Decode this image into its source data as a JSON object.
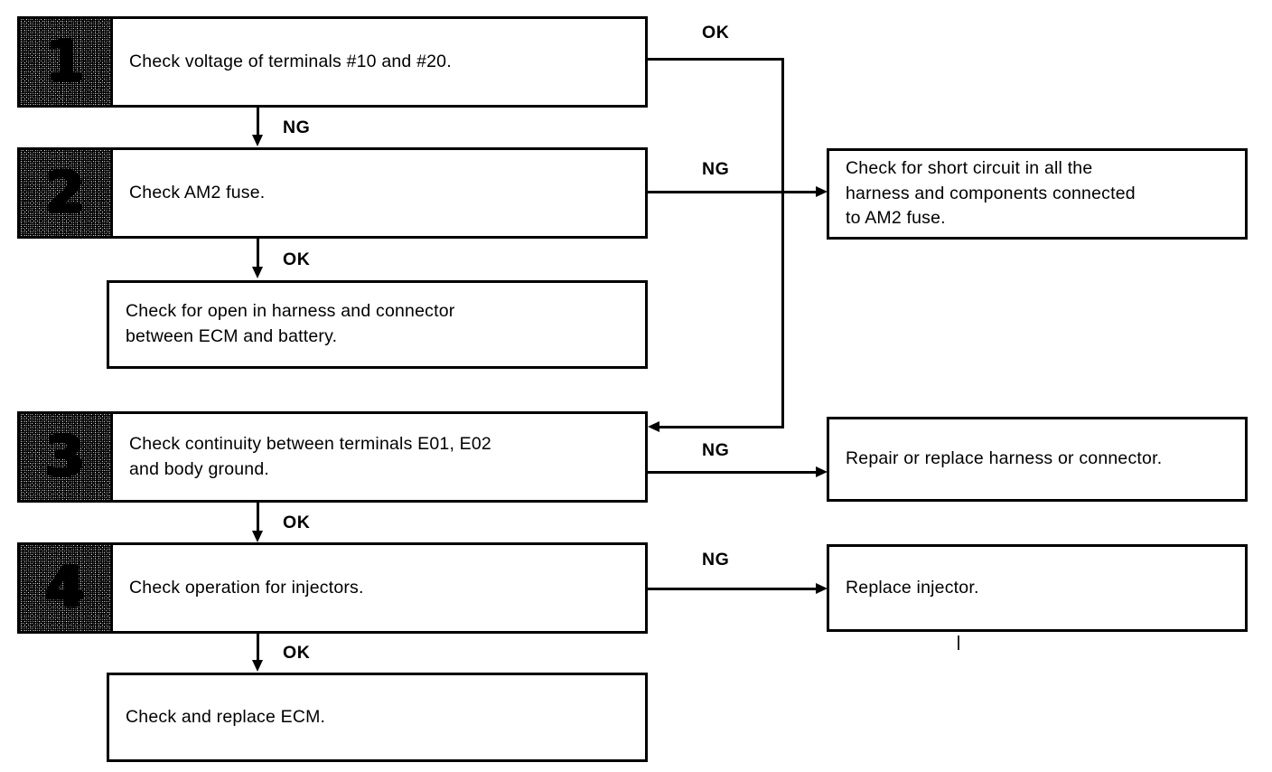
{
  "diagram": {
    "type": "troubleshooting-flowchart",
    "title": "",
    "steps": [
      {
        "number": "1",
        "label": "Check voltage of terminals #10 and #20.",
        "lines": [
          "Check voltage of terminals #10 and #20."
        ]
      },
      {
        "number": "2",
        "label": "Check AM2 fuse.",
        "lines": [
          "Check AM2 fuse."
        ]
      },
      {
        "number": "3",
        "label": "Check continuity between terminals E01, E02 and body ground.",
        "lines": [
          "Check continuity between terminals E01, E02",
          "and body ground."
        ]
      },
      {
        "number": "4",
        "label": "Check operation for injectors.",
        "lines": [
          "Check operation for injectors."
        ]
      }
    ],
    "actions": [
      {
        "id": "open-harness",
        "label": "Check for open in harness and connector between ECM and battery.",
        "lines": [
          "Check for open in harness and connector",
          "between ECM and battery."
        ]
      },
      {
        "id": "check-ecm",
        "label": "Check and replace ECM.",
        "lines": [
          "Check and replace ECM."
        ]
      },
      {
        "id": "short-circuit",
        "label": "Check for short circuit in all the harness and components connected to AM2 fuse.",
        "lines": [
          "Check for short circuit in all the",
          "harness and components connected",
          "to AM2 fuse."
        ]
      },
      {
        "id": "repair-harness",
        "label": "Repair or replace harness or connector.",
        "lines": [
          "Repair or replace harness or connector."
        ]
      },
      {
        "id": "replace-injector",
        "label": "Replace injector.",
        "lines": [
          "Replace injector."
        ]
      }
    ],
    "edges": [
      {
        "id": "step1-ok",
        "label": "OK"
      },
      {
        "id": "step1-ng",
        "label": "NG"
      },
      {
        "id": "step2-ng",
        "label": "NG"
      },
      {
        "id": "step2-ok",
        "label": "OK"
      },
      {
        "id": "step3-ng",
        "label": "NG"
      },
      {
        "id": "step3-ok",
        "label": "OK"
      },
      {
        "id": "step4-ng",
        "label": "NG"
      },
      {
        "id": "step4-ok",
        "label": "OK"
      }
    ],
    "colors": {
      "line": "#000000",
      "background": "#ffffff",
      "badge_fill": "#808080"
    }
  }
}
